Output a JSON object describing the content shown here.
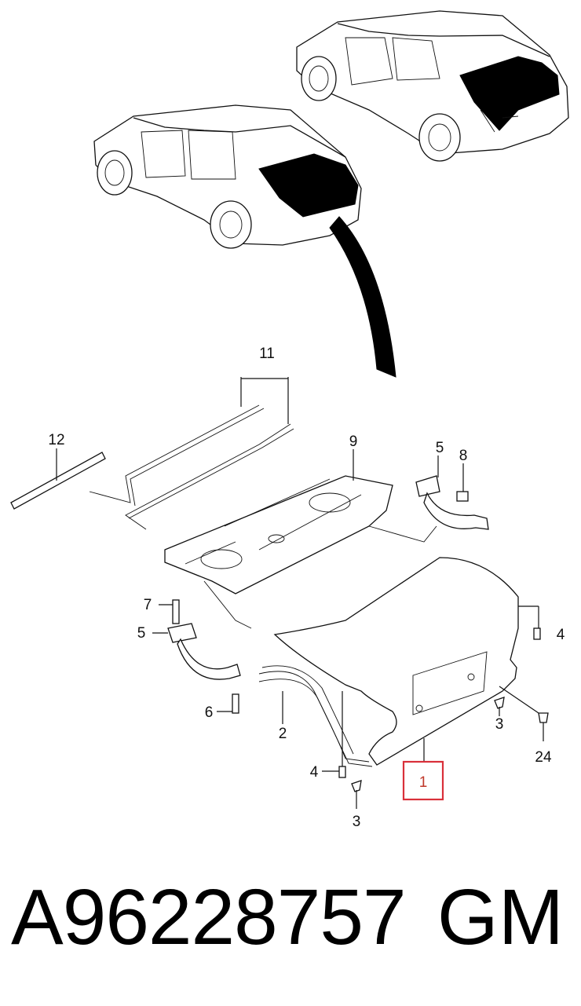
{
  "diagram": {
    "callouts": {
      "c1": "1",
      "c2": "2",
      "c3a": "3",
      "c3b": "3",
      "c4a": "4",
      "c4b": "4",
      "c5a": "5",
      "c5b": "5",
      "c6": "6",
      "c7": "7",
      "c8": "8",
      "c9": "9",
      "c11": "11",
      "c12": "12",
      "c24": "24"
    },
    "highlight_color": "#d9303a"
  },
  "footer": {
    "part_number": "A96228757",
    "brand": "GM"
  }
}
